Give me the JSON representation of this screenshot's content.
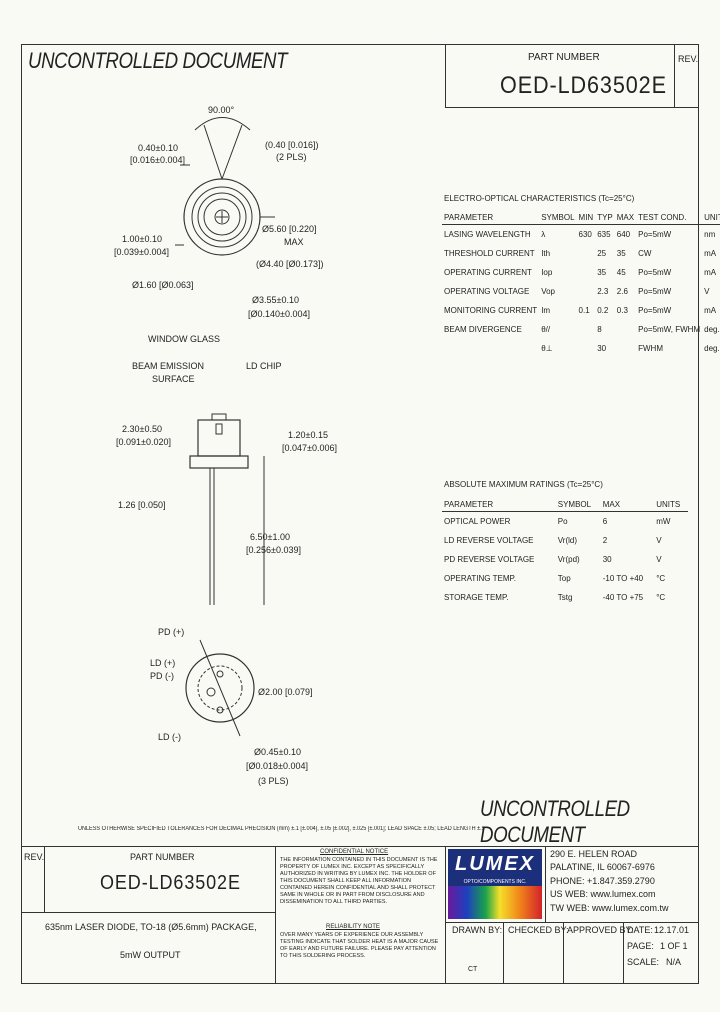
{
  "header": {
    "watermark": "UNCONTROLLED DOCUMENT",
    "part_number_label": "PART NUMBER",
    "part_number": "OED-LD63502E",
    "rev_label": "REV."
  },
  "drawing_labels": {
    "angle": "90.00°",
    "pin_width": "0.40±0.10",
    "pin_width_in": "[0.016±0.004]",
    "pin_width2": "(0.40 [0.016])",
    "pin_count2": "(2 PLS)",
    "dim_100": "1.00±0.10",
    "dim_100_in": "[0.039±0.004]",
    "dim_160": "Ø1.60 [Ø0.063]",
    "dim_560": "Ø5.60 [0.220]",
    "dim_560_max": "MAX",
    "dim_444": "(Ø4.40 [Ø0.173])",
    "dim_355": "Ø3.55±0.10",
    "dim_355_in": "[Ø0.140±0.004]",
    "window_glass": "WINDOW GLASS",
    "beam_emission": "BEAM EMISSION",
    "surface": "SURFACE",
    "ld_chip": "LD CHIP",
    "dim_230": "2.30±0.50",
    "dim_230_in": "[0.091±0.020]",
    "dim_120": "1.20±0.15",
    "dim_120_in": "[0.047±0.006]",
    "dim_126": "1.26 [0.050]",
    "dim_650": "6.50±1.00",
    "dim_650_in": "[0.256±0.039]",
    "pd_plus": "PD (+)",
    "ld_plus": "LD (+)",
    "pd_minus": "PD (-)",
    "ld_minus": "LD (-)",
    "dia_200": "Ø2.00 [0.079]",
    "dia_045": "Ø0.45±0.10",
    "dia_045_in": "[Ø0.018±0.004]",
    "pin_count3": "(3 PLS)"
  },
  "eo_table": {
    "title": "ELECTRO-OPTICAL CHARACTERISTICS (Tc=25°C)",
    "headers": [
      "PARAMETER",
      "SYMBOL",
      "MIN",
      "TYP",
      "MAX",
      "TEST COND.",
      "UNITS"
    ],
    "rows": [
      [
        "LASING WAVELENGTH",
        "λ",
        "630",
        "635",
        "640",
        "Po=5mW",
        "nm"
      ],
      [
        "THRESHOLD CURRENT",
        "Ith",
        "",
        "25",
        "35",
        "CW",
        "mA"
      ],
      [
        "OPERATING CURRENT",
        "Iop",
        "",
        "35",
        "45",
        "Po=5mW",
        "mA"
      ],
      [
        "OPERATING VOLTAGE",
        "Vop",
        "",
        "2.3",
        "2.6",
        "Po=5mW",
        "V"
      ],
      [
        "MONITORING CURRENT",
        "Im",
        "0.1",
        "0.2",
        "0.3",
        "Po=5mW",
        "mA"
      ],
      [
        "BEAM DIVERGENCE",
        "θ//",
        "",
        "8",
        "",
        "Po=5mW, FWHM",
        "deg."
      ],
      [
        "",
        "θ⊥",
        "",
        "30",
        "",
        "FWHM",
        "deg."
      ]
    ]
  },
  "abs_table": {
    "title": "ABSOLUTE MAXIMUM RATINGS (Tc=25°C)",
    "headers": [
      "PARAMETER",
      "SYMBOL",
      "MAX",
      "UNITS"
    ],
    "rows": [
      [
        "OPTICAL POWER",
        "Po",
        "6",
        "mW"
      ],
      [
        "LD REVERSE VOLTAGE",
        "Vr(ld)",
        "2",
        "V"
      ],
      [
        "PD REVERSE VOLTAGE",
        "Vr(pd)",
        "30",
        "V"
      ],
      [
        "OPERATING TEMP.",
        "Top",
        "-10 TO +40",
        "°C"
      ],
      [
        "STORAGE TEMP.",
        "Tstg",
        "-40 TO +75",
        "°C"
      ]
    ]
  },
  "tolerance_note": "UNLESS OTHERWISE SPECIFIED TOLERANCES FOR DECIMAL PRECISION (mm) ±.1 [±.004], ±.05 [±.002], ±.025 [±.001]; LEAD SPACE ±.05; LEAD LENGTH ±.5",
  "title_block": {
    "rev_label": "REV.",
    "part_number_label": "PART NUMBER",
    "part_number": "OED-LD63502E",
    "description_line1": "635nm LASER DIODE, TO-18 (Ø5.6mm) PACKAGE,",
    "description_line2": "5mW OUTPUT",
    "confidential_title": "CONFIDENTIAL NOTICE",
    "confidential_text": "THE INFORMATION CONTAINED IN THIS DOCUMENT IS THE PROPERTY OF LUMEX INC. EXCEPT AS SPECIFICALLY AUTHORIZED IN WRITING BY LUMEX INC. THE HOLDER OF THIS DOCUMENT SHALL KEEP ALL INFORMATION CONTAINED HEREIN CONFIDENTIAL AND SHALL PROTECT SAME IN WHOLE OR IN PART FROM DISCLOSURE AND DISSEMINATION TO ALL THIRD PARTIES.",
    "reliability_title": "RELIABILITY NOTE",
    "reliability_text": "OVER MANY YEARS OF EXPERIENCE OUR ASSEMBLY TESTING INDICATE THAT SOLDER HEAT IS A MAJOR CAUSE OF EARLY AND FUTURE FAILURE. PLEASE PAY ATTENTION TO THIS SOLDERING PROCESS.",
    "logo": "LUMEX",
    "logo_tag": "OPTO/COMPONENTS INC.",
    "address": "290 E. HELEN ROAD",
    "city": "PALATINE, IL 60067-6976",
    "phone": "PHONE: +1.847.359.2790",
    "us_web": "US WEB: www.lumex.com",
    "tw_web": "TW WEB: www.lumex.com.tw",
    "drawn_by_label": "DRAWN BY:",
    "drawn_by": "CT",
    "checked_by_label": "CHECKED BY:",
    "approved_by_label": "APPROVED BY:",
    "date_label": "DATE:",
    "date": "12.17.01",
    "page_label": "PAGE:",
    "page": "1 OF 1",
    "scale_label": "SCALE:",
    "scale": "N/A"
  }
}
